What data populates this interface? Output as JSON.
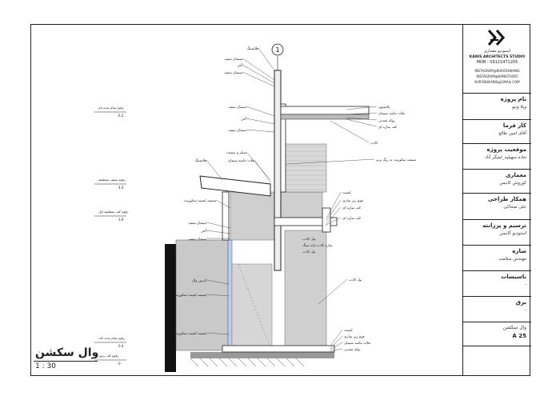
{
  "titleblock": {
    "studio_name": "استودیو معماری",
    "studio_en": "KANIS ARCHITECTS STUDIO",
    "mobile": "MOB : 09121471205",
    "instagram1": "INSTAGRAM@KUROSHKANIS",
    "instagram2": "INSTAGRAM@KANISTUDIO",
    "email": "KUROSHKANIS@GMAIL.COM",
    "rows": [
      {
        "h": "نام پروژه",
        "v": "ویلا ونیو"
      },
      {
        "h": "کار فرما",
        "v": "آقای امین طالع"
      },
      {
        "h": "موقعیت پروژه",
        "v": "جاده سهیلیه_لشگر آباد"
      },
      {
        "h": "معماری",
        "v": "کوروش کانیس"
      },
      {
        "h": "همکار طراحی",
        "v": "علی ضحاکی"
      },
      {
        "h": "ترسیم و پرزانته",
        "v": "استودیو کانیس"
      },
      {
        "h": "سازه",
        "v": "مهندس سلامت"
      },
      {
        "h": "تاسیسات",
        "v": "-"
      },
      {
        "h": "برق",
        "v": "-"
      },
      {
        "h": "وال سکشن",
        "v": "A 25"
      }
    ]
  },
  "drawing": {
    "title": "وال سکشن",
    "scale": "1 : 30",
    "grid_bubble": "1",
    "levels": [
      {
        "label": "رقوم تمام شده بام",
        "value": "6.2"
      },
      {
        "label": "رقوم سقف نیمطبقه",
        "value": "4.4"
      },
      {
        "label": "رقوم کف نیمطبقه اول",
        "value": "3.6"
      },
      {
        "label": "رقوم تمام شده کف",
        "value": "0.4"
      },
      {
        "label": "رقوم کف زمین",
        "value": "0"
      }
    ],
    "labels_left": [
      "فلاشینگ",
      "سیمان سفید",
      "آجر",
      "سیمان سفید",
      "سیمان سفید",
      "آجر",
      "سیمان سفید",
      "سیلر و سمنت",
      "ملات ماسه سیمان",
      "فلاشینگ",
      "شیشه لمینت-سکوریت",
      "سیمان سفید",
      "آجر",
      "سیمان سفید",
      "کرتین وال",
      "شیشه لمینت-سکوریت",
      "شیشه لمینت-سکوریت"
    ],
    "labels_right": [
      "پلاستون",
      "ملات ماسه سیمان",
      "پوکه معدنی",
      "کف سازه ای",
      "کاذب",
      "شیشه سکوریت به رنگ برنز",
      "لمینت",
      "فوم زیر سازی",
      "کف سازه ای",
      "کف سازه ای",
      "پیل کاذب",
      "سازه کاذب-پایه سنگ",
      "پیل کاذب",
      "پیل کاذب",
      "لمینت",
      "فوم زیر سازی",
      "ملات ماسه سیمان",
      "پوکه معدنی"
    ]
  }
}
